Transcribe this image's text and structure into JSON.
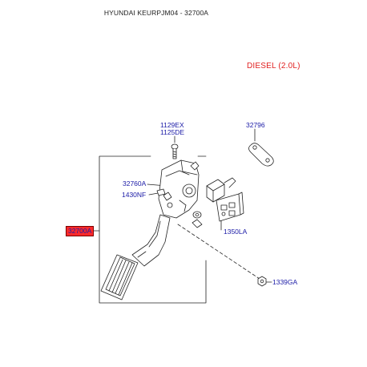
{
  "header": {
    "title": "HYUNDAI KEURPJM04 - 32700A"
  },
  "variant": {
    "text": "DIESEL (2.0L)",
    "color": "#e02020"
  },
  "labels": {
    "p1129ex": "1129EX",
    "p1125de": "1125DE",
    "p32796": "32796",
    "p32760a": "32760A",
    "p1430nf": "1430NF",
    "p32700a": "32700A",
    "p1350la": "1350LA",
    "p1339ga": "1339GA"
  },
  "colors": {
    "label_text": "#1a1aa6",
    "highlight_fill": "#ff2a2a",
    "line": "#222222"
  }
}
